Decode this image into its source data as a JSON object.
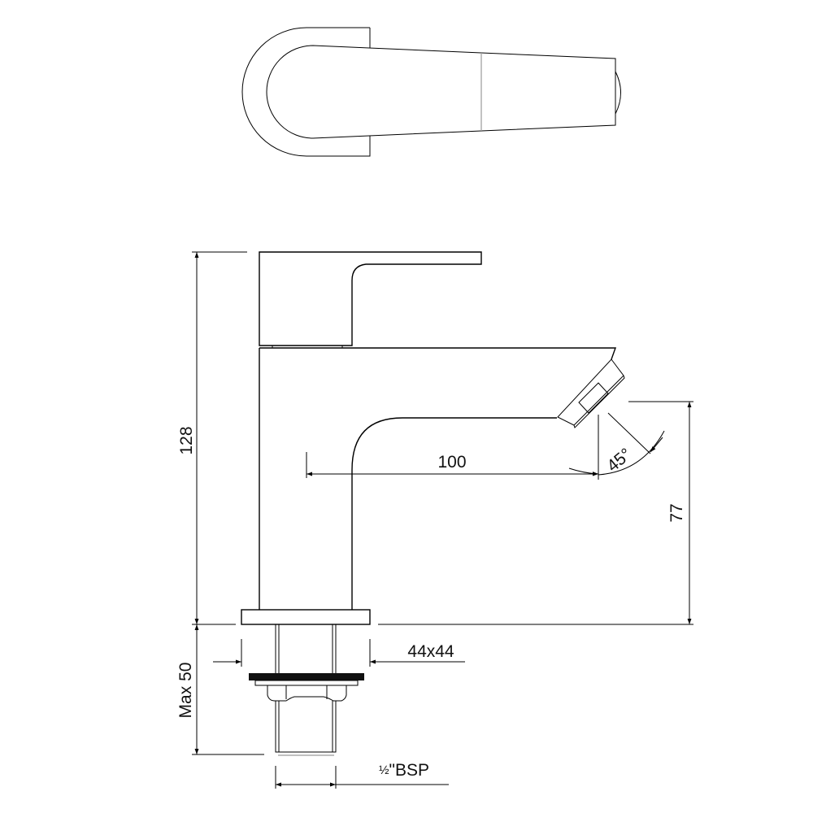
{
  "drawing": {
    "title": "Basin pillar tap technical drawing",
    "views": [
      "top-view",
      "side-view"
    ],
    "line_color": "#000000",
    "background": "#ffffff"
  },
  "dimensions": {
    "overall_height": "128",
    "spout_projection": "100",
    "spout_outlet_height": "77",
    "outlet_angle": "45°",
    "base_plate": "44x44",
    "max_deck_thickness": "Max 50",
    "thread_size_fraction": "½",
    "thread_size_unit": "\"BSP"
  }
}
